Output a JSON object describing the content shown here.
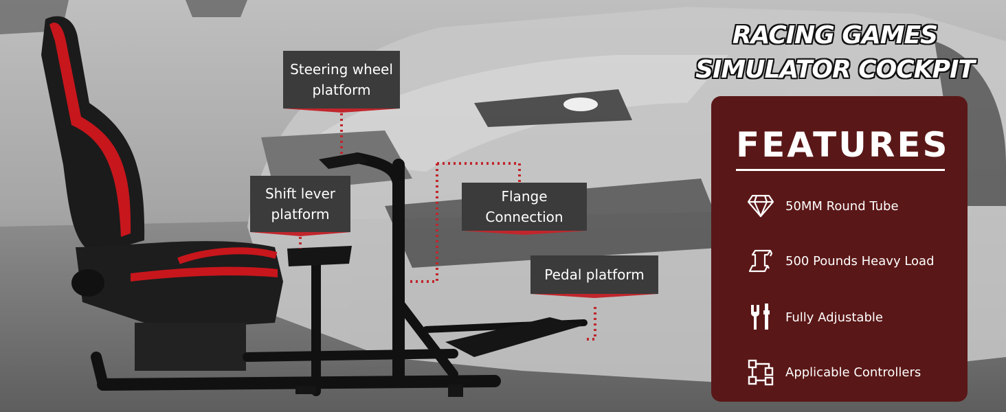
{
  "title": {
    "line1": "RACING GAMES",
    "line2": "SIMULATOR COCKPIT"
  },
  "callouts": {
    "steering": {
      "line1": "Steering wheel",
      "line2": "platform"
    },
    "shift": {
      "line1": "Shift lever",
      "line2": "platform"
    },
    "flange": {
      "line1": "Flange",
      "line2": "Connection"
    },
    "pedal": {
      "line1": "Pedal platform"
    }
  },
  "features": {
    "heading": "FEATURES",
    "items": [
      {
        "label": "50MM Round Tube",
        "icon": "diamond-icon"
      },
      {
        "label": "500 Pounds Heavy Load",
        "icon": "steel-beam-icon"
      },
      {
        "label": "Fully Adjustable",
        "icon": "wrench-icon"
      },
      {
        "label": "Applicable  Controllers",
        "icon": "flowchart-icon"
      }
    ]
  },
  "colors": {
    "panel": "#5a1717",
    "accent": "#c0262c",
    "label_bg": "#3b3b3b"
  }
}
